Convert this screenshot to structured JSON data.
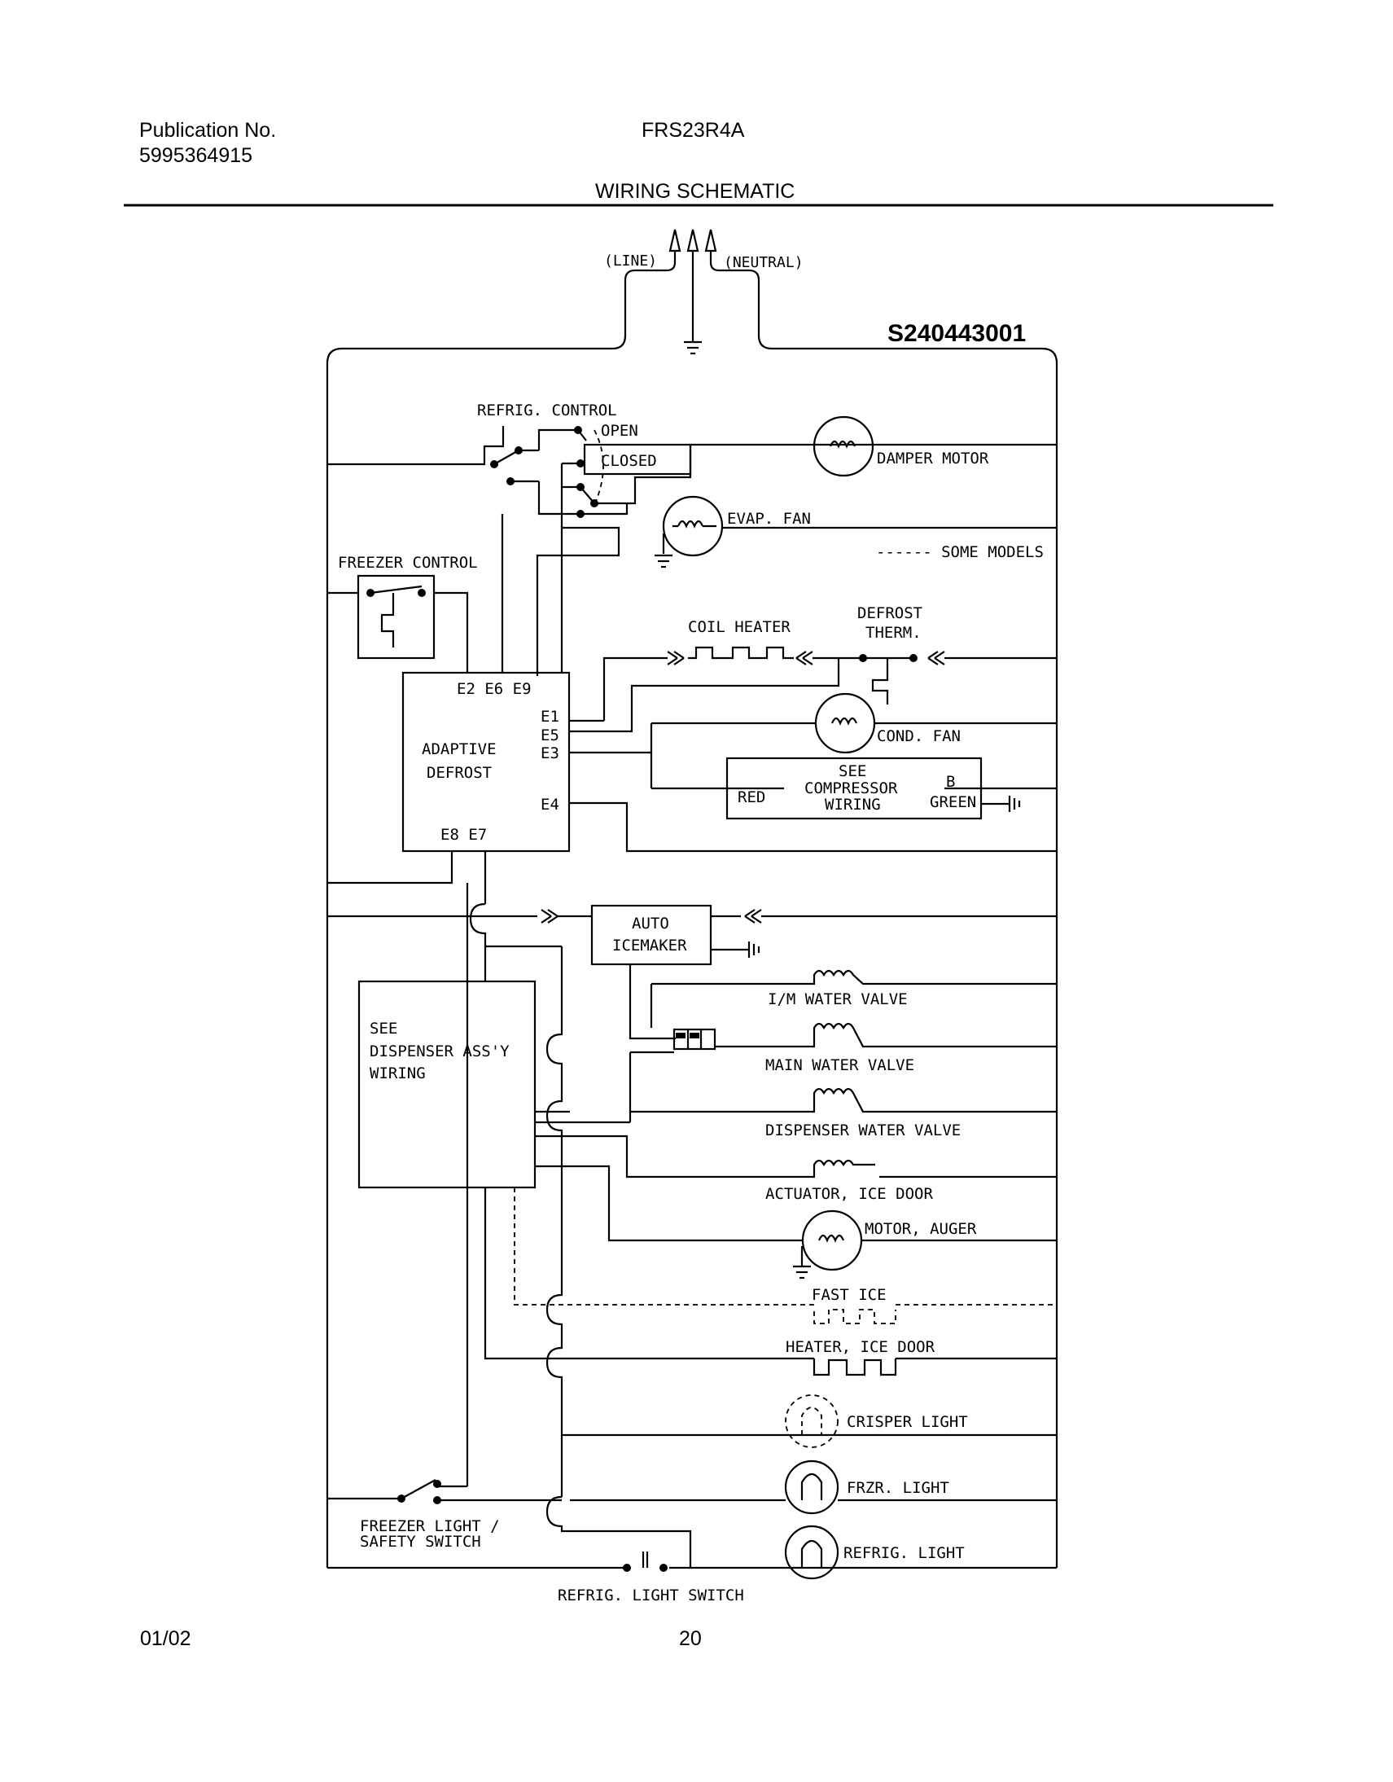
{
  "header": {
    "publication_label": "Publication No.",
    "publication_number": "5995364915",
    "model": "FRS23R4A",
    "title": "WIRING SCHEMATIC",
    "doc_id": "S240443001"
  },
  "footer": {
    "date": "01/02",
    "page_number": "20"
  },
  "power": {
    "line": "(LINE)",
    "neutral": "(NEUTRAL)"
  },
  "refrig_control": {
    "title": "REFRIG. CONTROL",
    "open": "OPEN",
    "closed": "CLOSED"
  },
  "freezer_control": "FREEZER CONTROL",
  "components": {
    "damper_motor": "DAMPER MOTOR",
    "evap_fan": "EVAP. FAN",
    "some_models": "------ SOME MODELS",
    "coil_heater": "COIL HEATER",
    "defrost_therm_1": "DEFROST",
    "defrost_therm_2": "THERM.",
    "cond_fan": "COND. FAN",
    "compressor_1": "SEE",
    "compressor_2": "COMPRESSOR",
    "compressor_3": "WIRING",
    "compressor_red": "RED",
    "compressor_b": "B",
    "compressor_green": "GREEN",
    "icemaker_1": "AUTO",
    "icemaker_2": "ICEMAKER",
    "im_water_valve": "I/M WATER VALVE",
    "main_water_valve": "MAIN WATER VALVE",
    "dispenser_water_valve": "DISPENSER WATER VALVE",
    "actuator_ice_door": "ACTUATOR, ICE DOOR",
    "motor_auger": "MOTOR, AUGER",
    "fast_ice": "FAST ICE",
    "heater_ice_door": "HEATER, ICE DOOR",
    "crisper_light": "CRISPER LIGHT",
    "frzr_light": "FRZR. LIGHT",
    "refrig_light": "REFRIG. LIGHT",
    "refrig_light_switch": "REFRIG. LIGHT SWITCH",
    "freezer_light_switch_1": "FREEZER LIGHT /",
    "freezer_light_switch_2": "SAFETY SWITCH"
  },
  "adaptive_defrost": {
    "line1": "ADAPTIVE",
    "line2": "DEFROST",
    "top_terminals": "E2  E6  E9",
    "e1": "E1",
    "e5": "E5",
    "e3": "E3",
    "e4": "E4",
    "bottom_terminals": "E8  E7"
  },
  "dispenser": {
    "line1": "SEE",
    "line2": "DISPENSER ASS'Y",
    "line3": "WIRING"
  }
}
